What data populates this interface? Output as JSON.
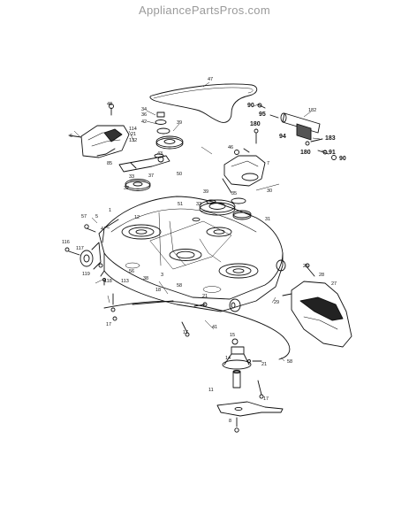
{
  "header": {
    "site_title": "AppliancePartsPros.com"
  },
  "labels": [
    {
      "key": "l47",
      "text": "47"
    },
    {
      "key": "l182",
      "text": "182"
    },
    {
      "key": "l90a",
      "text": "90"
    },
    {
      "key": "l95",
      "text": "95"
    },
    {
      "key": "l180a",
      "text": "180"
    },
    {
      "key": "l94",
      "text": "94"
    },
    {
      "key": "l183",
      "text": "183"
    },
    {
      "key": "l180b",
      "text": "180"
    },
    {
      "key": "l91",
      "text": "91"
    },
    {
      "key": "l90b",
      "text": "90"
    },
    {
      "key": "l48",
      "text": "48"
    },
    {
      "key": "l34",
      "text": "34"
    },
    {
      "key": "l36",
      "text": "36"
    },
    {
      "key": "l42",
      "text": "42"
    },
    {
      "key": "l39a",
      "text": "39"
    },
    {
      "key": "l114",
      "text": "114"
    },
    {
      "key": "l132",
      "text": "132"
    },
    {
      "key": "l21a",
      "text": "21"
    },
    {
      "key": "l6",
      "text": "6"
    },
    {
      "key": "l85",
      "text": "85"
    },
    {
      "key": "l43",
      "text": "43"
    },
    {
      "key": "l46",
      "text": "46"
    },
    {
      "key": "l7",
      "text": "7"
    },
    {
      "key": "l33a",
      "text": "33"
    },
    {
      "key": "l37",
      "text": "37"
    },
    {
      "key": "l50",
      "text": "50"
    },
    {
      "key": "l32a",
      "text": "32"
    },
    {
      "key": "l33b",
      "text": "33"
    },
    {
      "key": "l51",
      "text": "51"
    },
    {
      "key": "l39b",
      "text": "39"
    },
    {
      "key": "l35",
      "text": "35"
    },
    {
      "key": "l30",
      "text": "30"
    },
    {
      "key": "l1",
      "text": "1"
    },
    {
      "key": "l57",
      "text": "57"
    },
    {
      "key": "l5",
      "text": "5"
    },
    {
      "key": "l4",
      "text": "4"
    },
    {
      "key": "l12",
      "text": "12"
    },
    {
      "key": "l31",
      "text": "31"
    },
    {
      "key": "l116",
      "text": "116"
    },
    {
      "key": "l117",
      "text": "117"
    },
    {
      "key": "l119",
      "text": "119"
    },
    {
      "key": "l118",
      "text": "118"
    },
    {
      "key": "l113",
      "text": "113"
    },
    {
      "key": "l56",
      "text": "56"
    },
    {
      "key": "l38",
      "text": "38"
    },
    {
      "key": "l3",
      "text": "3"
    },
    {
      "key": "l58a",
      "text": "58"
    },
    {
      "key": "l21b",
      "text": "21"
    },
    {
      "key": "l18",
      "text": "18"
    },
    {
      "key": "l29",
      "text": "29"
    },
    {
      "key": "l28",
      "text": "28"
    },
    {
      "key": "l27",
      "text": "27"
    },
    {
      "key": "l25",
      "text": "25"
    },
    {
      "key": "l17a",
      "text": "17"
    },
    {
      "key": "l17b",
      "text": "17"
    },
    {
      "key": "l41",
      "text": "41"
    },
    {
      "key": "l15",
      "text": "15"
    },
    {
      "key": "l14",
      "text": "14"
    },
    {
      "key": "l58b",
      "text": "58"
    },
    {
      "key": "l21c",
      "text": "21"
    },
    {
      "key": "l11",
      "text": "11"
    },
    {
      "key": "l17c",
      "text": "17"
    },
    {
      "key": "l8",
      "text": "8"
    }
  ]
}
